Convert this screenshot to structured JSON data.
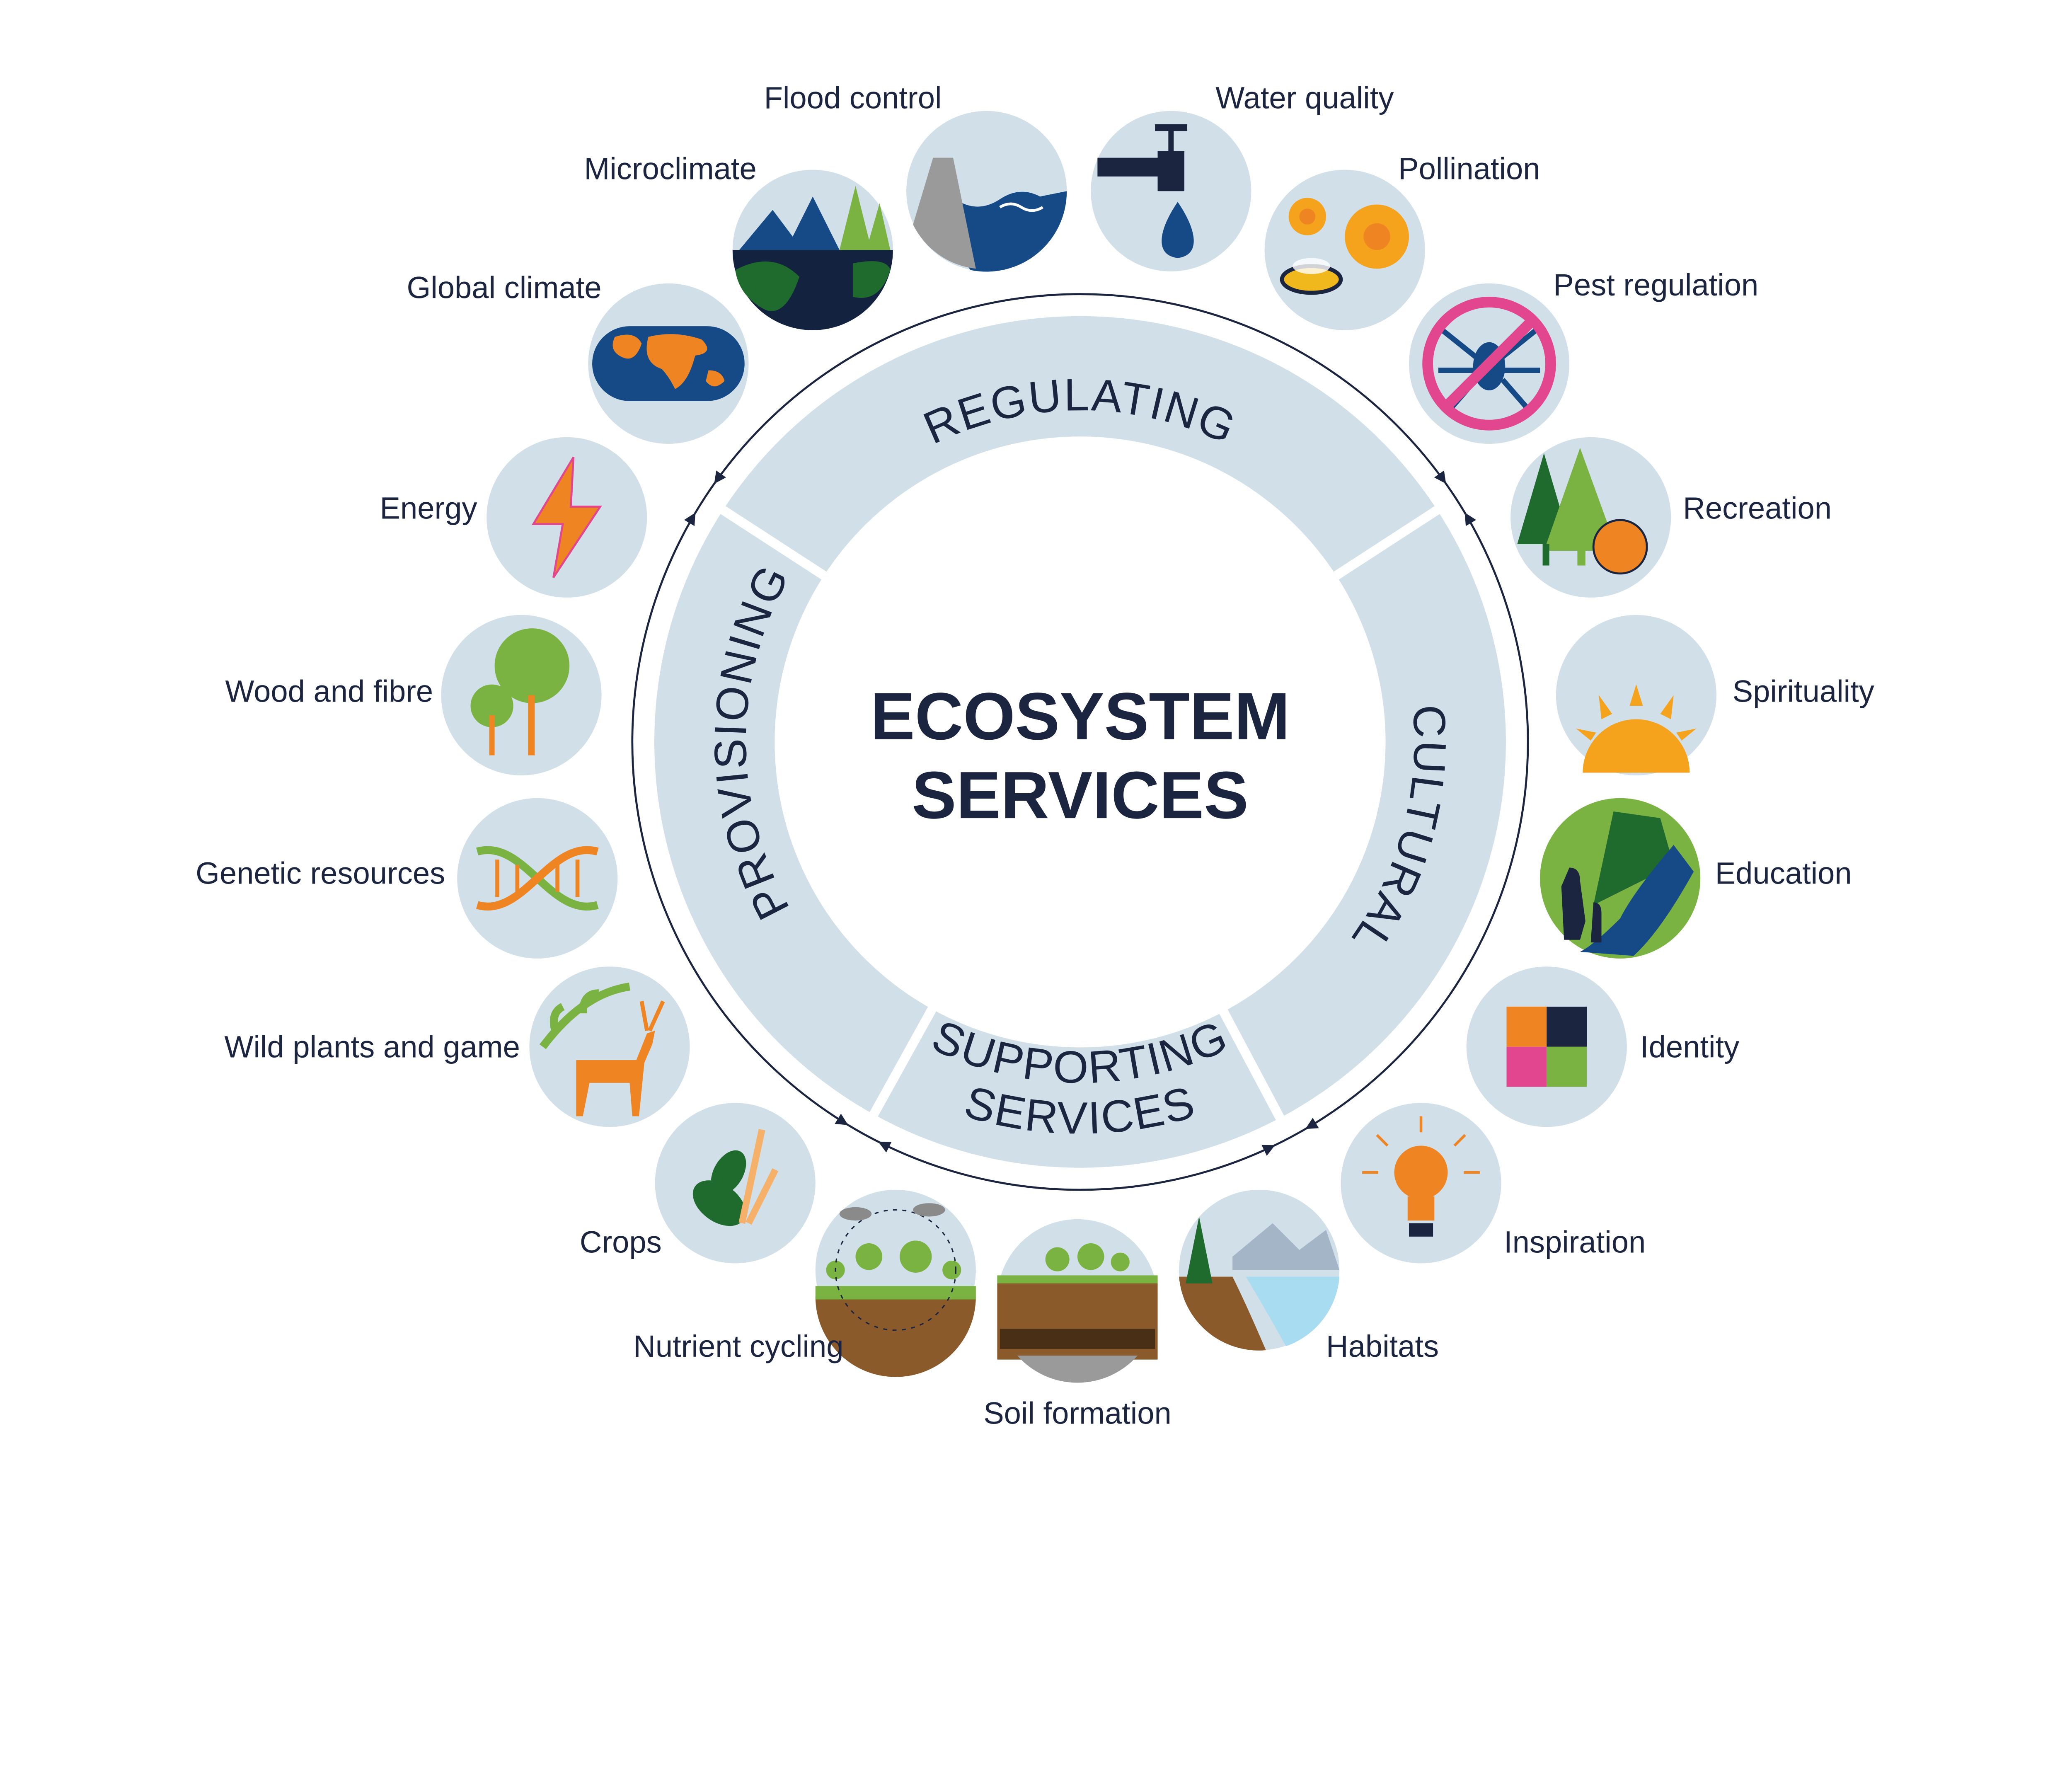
{
  "title": {
    "line1": "ECOSYSTEM",
    "line2": "SERVICES"
  },
  "categories": {
    "regulating": "REGULATING",
    "cultural": "CULTURAL",
    "supporting_1": "SUPPORTING",
    "supporting_2": "SERVICES",
    "provisioning": "PROVISIONING"
  },
  "services": {
    "flood_control": "Flood control",
    "water_quality": "Water quality",
    "microclimate": "Microclimate",
    "pollination": "Pollination",
    "global_climate": "Global climate",
    "pest_regulation": "Pest regulation",
    "energy": "Energy",
    "recreation": "Recreation",
    "wood_and_fibre": "Wood and fibre",
    "spirituality": "Spirituality",
    "genetic_resources": "Genetic resources",
    "education": "Education",
    "wild_plants_and_game": "Wild plants and game",
    "identity": "Identity",
    "crops": "Crops",
    "inspiration": "Inspiration",
    "nutrient_cycling": "Nutrient cycling",
    "soil_formation": "Soil formation",
    "habitats": "Habitats"
  },
  "colors": {
    "navy": "#1b2540",
    "ring": "#d0dfe8",
    "orange": "#ee8522",
    "green": "#7bb342",
    "darkgreen": "#1f6b2e",
    "blue": "#164a87"
  }
}
